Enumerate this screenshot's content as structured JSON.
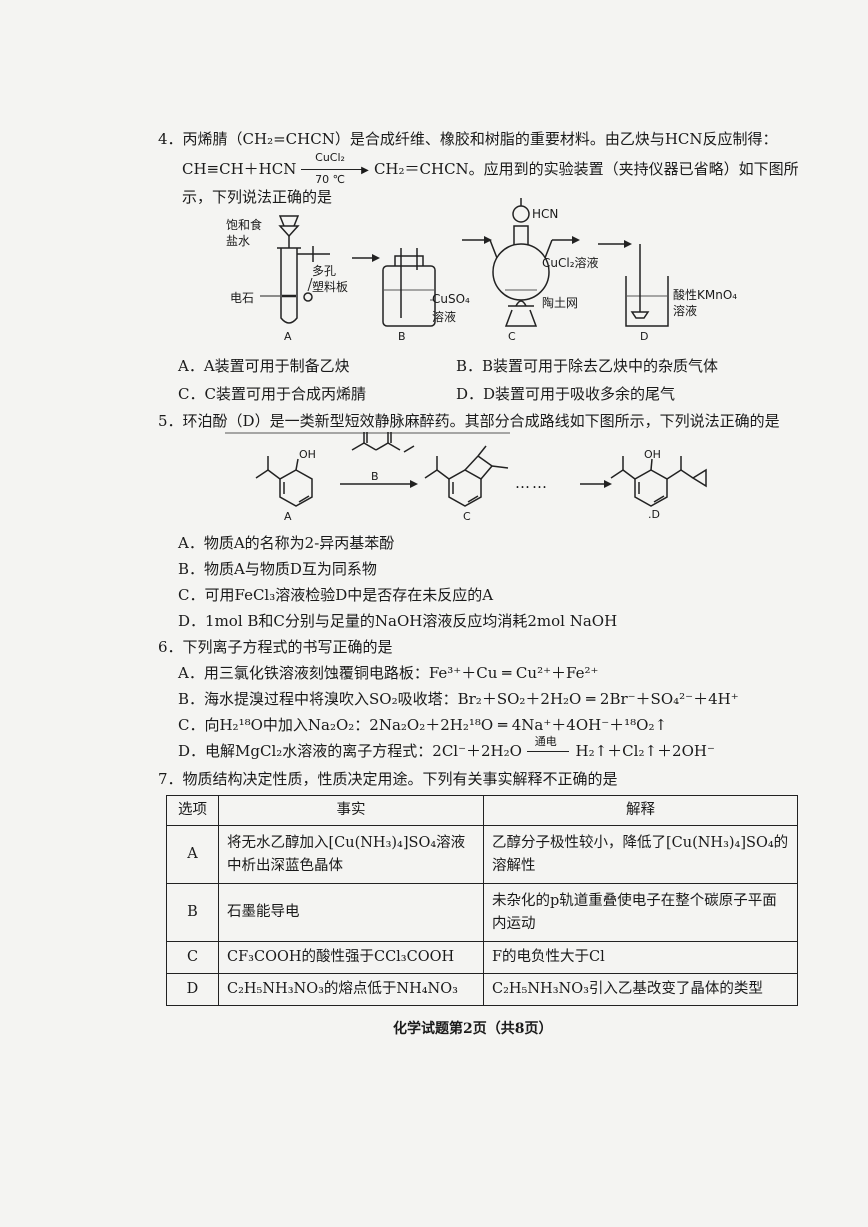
{
  "q4": {
    "stem_line1": "4．丙烯腈（CH₂=CHCN）是合成纤维、橡胶和树脂的重要材料。由乙炔与HCN反应制得：",
    "eq_left": "CH≡CH＋HCN",
    "eq_catalyst": "CuCl₂",
    "eq_temp": "70 ℃",
    "eq_right": "CH₂＝CHCN",
    "eq_tail": "。应用到的实验装置（夹持仪器已省略）如下图所",
    "stem_line3": "示，下列说法正确的是",
    "apparatus": {
      "label_brine": "饱和食",
      "label_brine2": "盐水",
      "label_porous": "多孔",
      "label_porous2": "塑料板",
      "label_carbide": "电石",
      "label_cuso4": "CuSO₄",
      "label_cuso4_2": "溶液",
      "label_hcn": "HCN",
      "label_cucl2": "CuCl₂溶液",
      "label_gauze": "陶土网",
      "label_kmno4": "酸性KMnO₄",
      "label_kmno4_2": "溶液",
      "tag_a": "A",
      "tag_b": "B",
      "tag_c": "C",
      "tag_d": "D"
    },
    "options": [
      "A．A装置可用于制备乙炔",
      "B．B装置可用于除去乙炔中的杂质气体",
      "C．C装置可用于合成丙烯腈",
      "D．D装置可用于吸收多余的尾气"
    ]
  },
  "q5": {
    "stem": "5．环泊酚（D）是一类新型短效静脉麻醉药。其部分合成路线如下图所示，下列说法正确的是",
    "reagent_label": "B",
    "label_a": "A",
    "label_c": "C",
    "label_d": ".D",
    "oh_a": "OH",
    "oh_d": "OH",
    "dots": "……",
    "options": [
      "A．物质A的名称为2-异丙基苯酚",
      "B．物质A与物质D互为同系物",
      "C．可用FeCl₃溶液检验D中是否存在未反应的A",
      "D．1mol B和C分别与足量的NaOH溶液反应均消耗2mol NaOH"
    ]
  },
  "q6": {
    "stem": "6．下列离子方程式的书写正确的是",
    "options": [
      "A．用三氯化铁溶液刻蚀覆铜电路板：Fe³⁺＋Cu ═ Cu²⁺＋Fe²⁺",
      "B．海水提溴过程中将溴吹入SO₂吸收塔：Br₂＋SO₂＋2H₂O ═ 2Br⁻＋SO₄²⁻＋4H⁺",
      "C．向H₂¹⁸O中加入Na₂O₂：2Na₂O₂＋2H₂¹⁸O ═ 4Na⁺＋4OH⁻＋¹⁸O₂↑"
    ],
    "opt_d_prefix": "D．电解MgCl₂水溶液的离子方程式：2Cl⁻＋2H₂O",
    "opt_d_cond": "通电",
    "opt_d_suffix": "H₂↑＋Cl₂↑＋2OH⁻"
  },
  "q7": {
    "stem": "7．物质结构决定性质，性质决定用途。下列有关事实解释不正确的是",
    "headers": [
      "选项",
      "事实",
      "解释"
    ],
    "rows": [
      {
        "opt": "A",
        "fact": "将无水乙醇加入[Cu(NH₃)₄]SO₄溶液中析出深蓝色晶体",
        "reason": "乙醇分子极性较小，降低了[Cu(NH₃)₄]SO₄的溶解性"
      },
      {
        "opt": "B",
        "fact": "石墨能导电",
        "reason": "未杂化的p轨道重叠使电子在整个碳原子平面内运动"
      },
      {
        "opt": "C",
        "fact": "CF₃COOH的酸性强于CCl₃COOH",
        "reason": "F的电负性大于Cl"
      },
      {
        "opt": "D",
        "fact": "C₂H₅NH₃NO₃的熔点低于NH₄NO₃",
        "reason": "C₂H₅NH₃NO₃引入乙基改变了晶体的类型"
      }
    ]
  },
  "footer": "化学试题第2页（共8页）"
}
